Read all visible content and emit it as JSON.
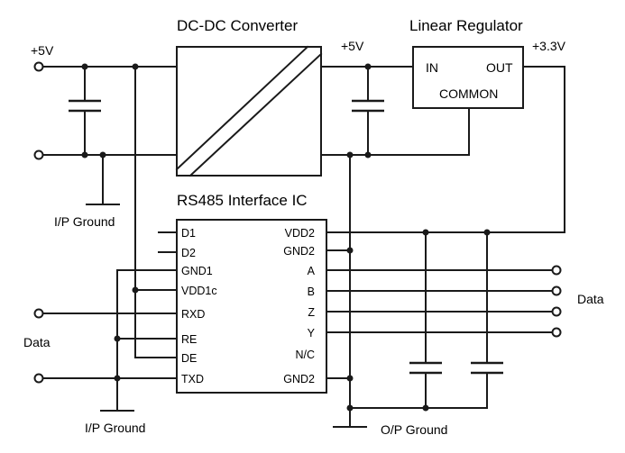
{
  "titles": {
    "dcdc": "DC-DC Converter",
    "linear_regulator": "Linear Regulator",
    "rs485": "RS485 Interface IC"
  },
  "rails": {
    "input_5v": "+5V",
    "mid_5v": "+5V",
    "output_3v3": "+3.3V"
  },
  "regulator_pins": {
    "in": "IN",
    "out": "OUT",
    "common": "COMMON"
  },
  "rs485_left_pins": [
    "D1",
    "D2",
    "GND1",
    "VDD1c",
    "RXD",
    "RE",
    "DE",
    "TXD"
  ],
  "rs485_right_pins": [
    "VDD2",
    "GND2",
    "A",
    "B",
    "Z",
    "Y",
    "N/C",
    "GND2"
  ],
  "labels": {
    "ip_ground_top": "I/P Ground",
    "ip_ground_bottom": "I/P Ground",
    "op_ground": "O/P Ground",
    "data_left": "Data",
    "data_right": "Data"
  }
}
